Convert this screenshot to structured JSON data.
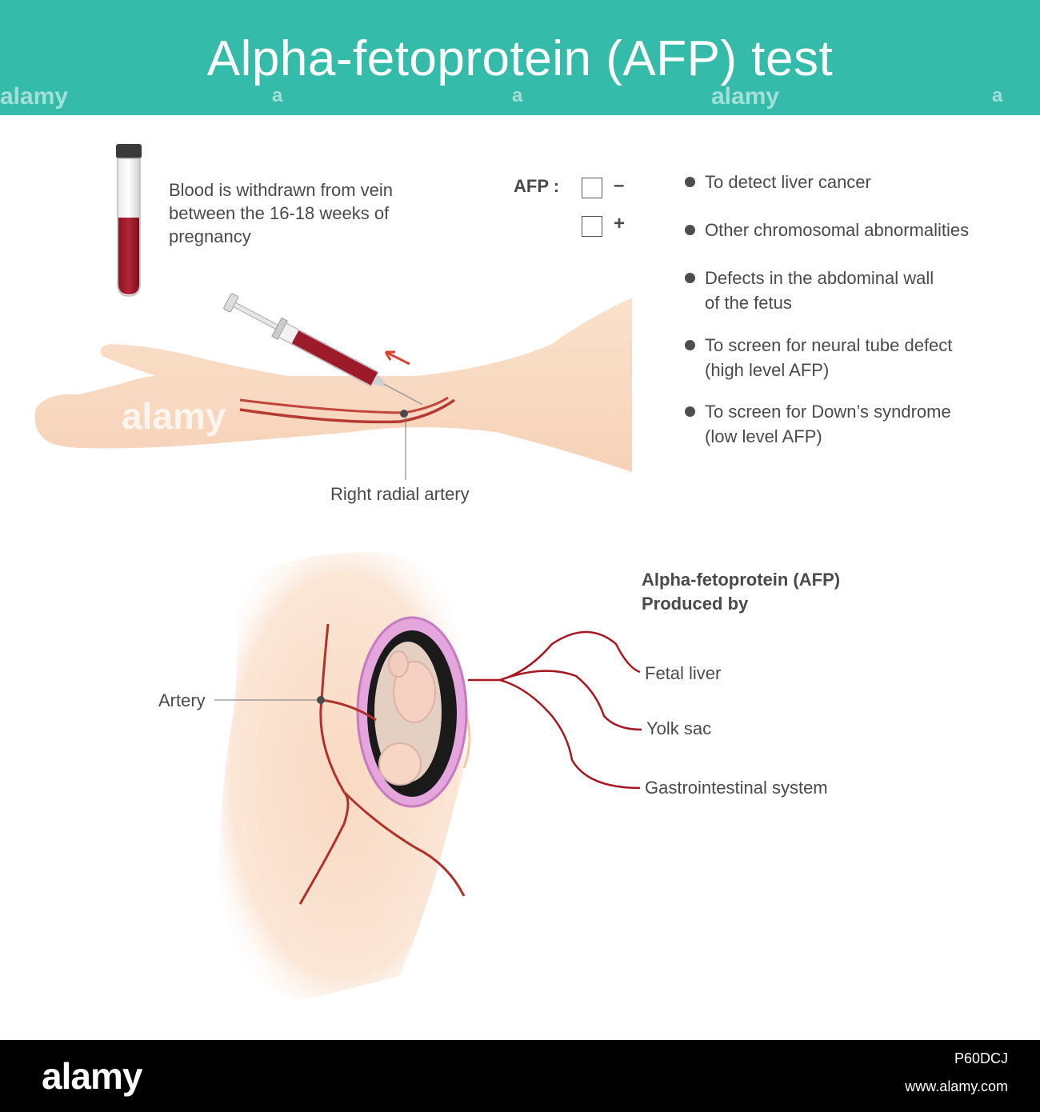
{
  "header": {
    "title": "Alpha-fetoprotein (AFP) test",
    "background": "#34bba9"
  },
  "blood_test": {
    "description_lines": [
      "Blood is withdrawn from vein",
      "between the 16-18 weeks of",
      "pregnancy"
    ],
    "artery_label": "Right radial artery"
  },
  "afp_result": {
    "label": "AFP :",
    "options": [
      "–",
      "+"
    ]
  },
  "uses": [
    {
      "lines": [
        "To detect liver cancer"
      ]
    },
    {
      "lines": [
        "Other chromosomal abnormalities"
      ]
    },
    {
      "lines": [
        "Defects in the abdominal wall",
        "of the fetus"
      ]
    },
    {
      "lines": [
        "To screen for neural tube defect",
        "(high level AFP)"
      ]
    },
    {
      "lines": [
        "To screen for Down’s syndrome",
        "(low level AFP)"
      ]
    }
  ],
  "production": {
    "heading_lines": [
      "Alpha-fetoprotein (AFP)",
      "Produced by"
    ],
    "sources": [
      "Fetal liver",
      "Yolk sac",
      "Gastrointestinal system"
    ],
    "artery_label": "Artery"
  },
  "watermark": {
    "text": "alamy",
    "letter": "a"
  },
  "footer": {
    "logo": "alamy",
    "image_id": "P60DCJ",
    "url": "www.alamy.com"
  },
  "colors": {
    "blood": "#9c1a2a",
    "artery": "#b0312a",
    "skin": "#fbe3cf",
    "uterus": "#d58bcc"
  }
}
